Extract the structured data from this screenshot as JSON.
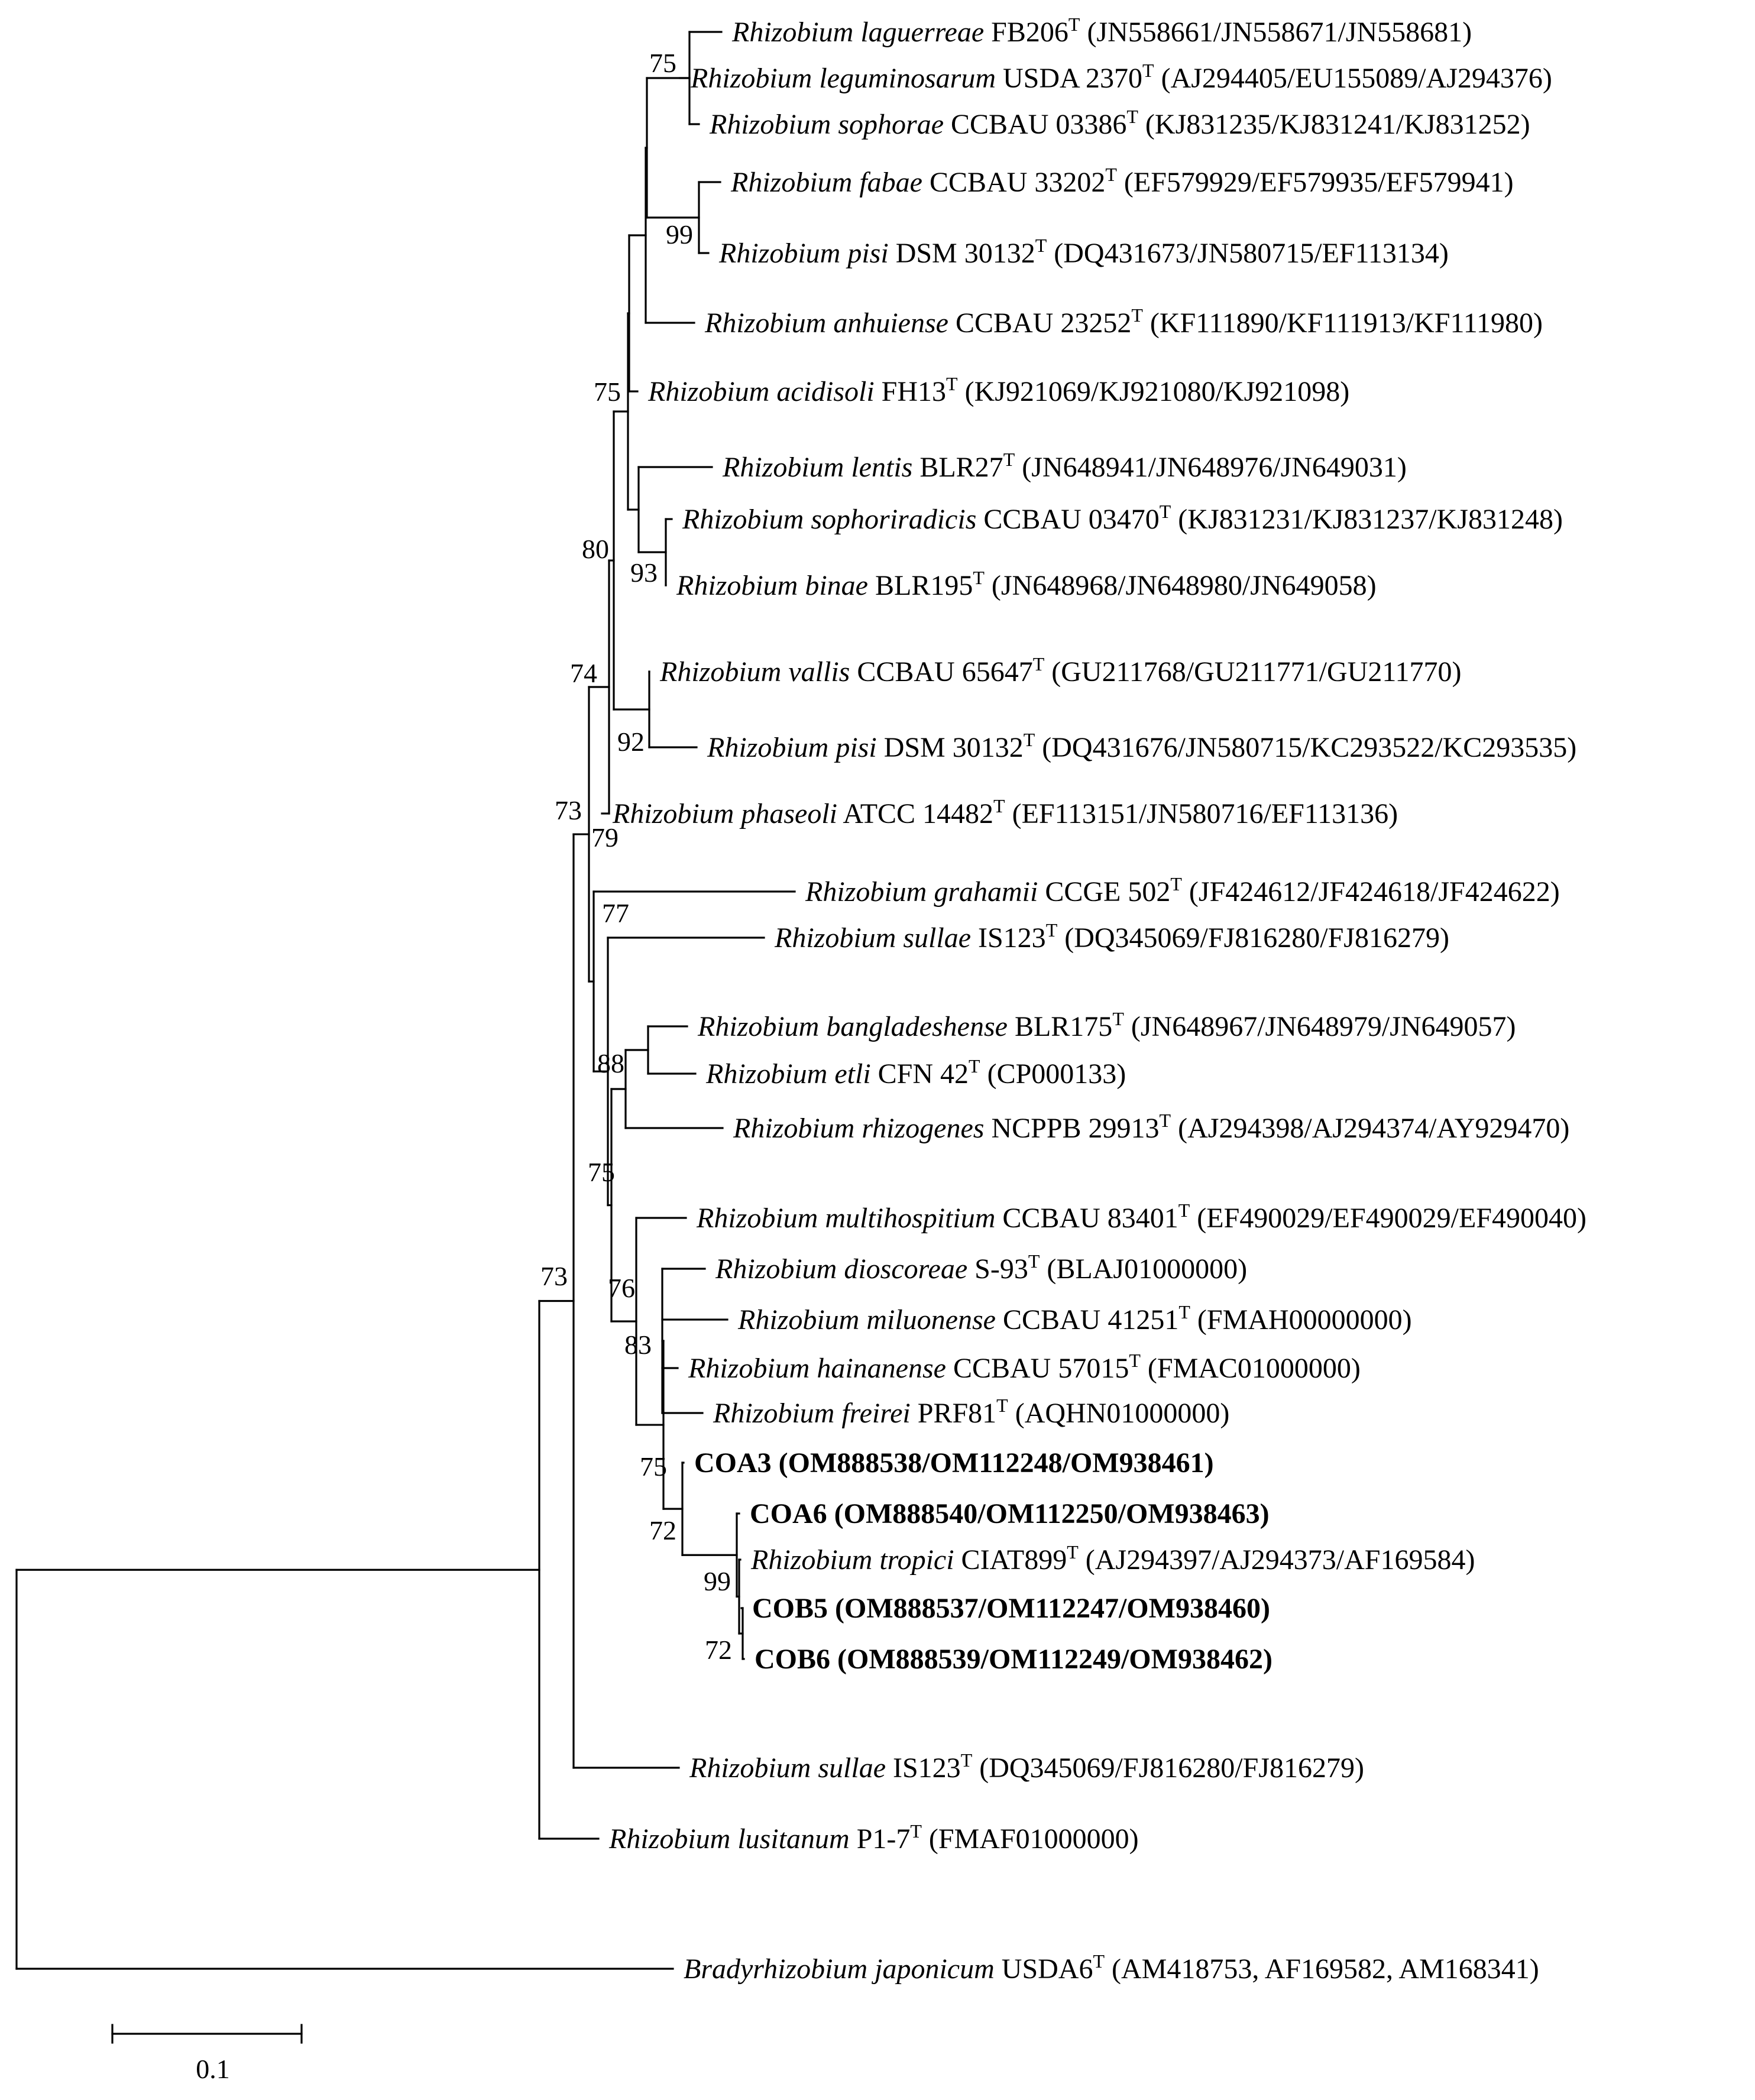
{
  "leaves": [
    {
      "id": "laguerreae",
      "italic": "Rhizobium laguerreae",
      "rest": " FB206",
      "sup": "T",
      "acc": " (JN558661/JN558671/JN558681)",
      "bold": false
    },
    {
      "id": "leguminosarum",
      "italic": "Rhizobium leguminosarum",
      "rest": " USDA 2370",
      "sup": "T",
      "acc": " (AJ294405/EU155089/AJ294376)",
      "bold": false
    },
    {
      "id": "sophorae",
      "italic": "Rhizobium sophorae",
      "rest": " CCBAU 03386",
      "sup": "T",
      "acc": " (KJ831235/KJ831241/KJ831252)",
      "bold": false
    },
    {
      "id": "fabae",
      "italic": "Rhizobium fabae",
      "rest": " CCBAU 33202",
      "sup": "T",
      "acc": " (EF579929/EF579935/EF579941)",
      "bold": false
    },
    {
      "id": "pisi1",
      "italic": "Rhizobium pisi",
      "rest": " DSM 30132",
      "sup": "T",
      "acc": " (DQ431673/JN580715/EF113134)",
      "bold": false
    },
    {
      "id": "anhuiense",
      "italic": "Rhizobium anhuiense",
      "rest": " CCBAU 23252",
      "sup": "T",
      "acc": " (KF111890/KF111913/KF111980)",
      "bold": false
    },
    {
      "id": "acidisoli",
      "italic": "Rhizobium acidisoli",
      "rest": " FH13",
      "sup": "T",
      "acc": " (KJ921069/KJ921080/KJ921098)",
      "bold": false
    },
    {
      "id": "lentis",
      "italic": "Rhizobium lentis",
      "rest": " BLR27",
      "sup": "T",
      "acc": " (JN648941/JN648976/JN649031)",
      "bold": false
    },
    {
      "id": "sophoriradicis",
      "italic": "Rhizobium sophoriradicis",
      "rest": " CCBAU 03470",
      "sup": "T",
      "acc": " (KJ831231/KJ831237/KJ831248)",
      "bold": false
    },
    {
      "id": "binae",
      "italic": "Rhizobium binae",
      "rest": " BLR195",
      "sup": "T",
      "acc": " (JN648968/JN648980/JN649058)",
      "bold": false
    },
    {
      "id": "vallis",
      "italic": "Rhizobium vallis",
      "rest": " CCBAU 65647",
      "sup": "T",
      "acc": " (GU211768/GU211771/GU211770)",
      "bold": false
    },
    {
      "id": "pisi2",
      "italic": "Rhizobium pisi",
      "rest": " DSM 30132",
      "sup": "T",
      "acc": " (DQ431676/JN580715/KC293522/KC293535)",
      "bold": false
    },
    {
      "id": "phaseoli",
      "italic": "Rhizobium phaseoli",
      "rest": " ATCC 14482",
      "sup": "T",
      "acc": " (EF113151/JN580716/EF113136)",
      "bold": false
    },
    {
      "id": "grahamii",
      "italic": "Rhizobium grahamii",
      "rest": " CCGE 502",
      "sup": "T",
      "acc": " (JF424612/JF424618/JF424622)",
      "bold": false
    },
    {
      "id": "sullae1",
      "italic": "Rhizobium sullae",
      "rest": " IS123",
      "sup": "T",
      "acc": " (DQ345069/FJ816280/FJ816279)",
      "bold": false
    },
    {
      "id": "bangladeshense",
      "italic": "Rhizobium bangladeshense",
      "rest": " BLR175",
      "sup": "T",
      "acc": " (JN648967/JN648979/JN649057)",
      "bold": false
    },
    {
      "id": "etli",
      "italic": "Rhizobium etli",
      "rest": " CFN 42",
      "sup": "T",
      "acc": " (CP000133)",
      "bold": false
    },
    {
      "id": "rhizogenes",
      "italic": "Rhizobium rhizogenes",
      "rest": " NCPPB 29913",
      "sup": "T",
      "acc": " (AJ294398/AJ294374/AY929470)",
      "bold": false
    },
    {
      "id": "multihospitium",
      "italic": "Rhizobium multihospitium",
      "rest": " CCBAU 83401",
      "sup": "T",
      "acc": " (EF490029/EF490029/EF490040)",
      "bold": false
    },
    {
      "id": "dioscoreae",
      "italic": "Rhizobium dioscoreae",
      "rest": " S-93",
      "sup": "T",
      "acc": " (BLAJ01000000)",
      "bold": false
    },
    {
      "id": "miluonense",
      "italic": "Rhizobium miluonense",
      "rest": " CCBAU 41251",
      "sup": "T",
      "acc": " (FMAH00000000)",
      "bold": false
    },
    {
      "id": "hainanense",
      "italic": "Rhizobium hainanense",
      "rest": " CCBAU 57015",
      "sup": "T",
      "acc": " (FMAC01000000)",
      "bold": false
    },
    {
      "id": "freirei",
      "italic": "Rhizobium freirei",
      "rest": " PRF81",
      "sup": "T",
      "acc": " (AQHN01000000)",
      "bold": false
    },
    {
      "id": "COA3",
      "italic": "",
      "rest": "COA3 (OM888538/OM112248/OM938461)",
      "sup": "",
      "acc": "",
      "bold": true
    },
    {
      "id": "COA6",
      "italic": "",
      "rest": "COA6 (OM888540/OM112250/OM938463)",
      "sup": "",
      "acc": "",
      "bold": true
    },
    {
      "id": "tropici",
      "italic": "Rhizobium tropici",
      "rest": " CIAT899",
      "sup": "T",
      "acc": " (AJ294397/AJ294373/AF169584)",
      "bold": false
    },
    {
      "id": "COB5",
      "italic": "",
      "rest": "COB5 (OM888537/OM112247/OM938460)",
      "sup": "",
      "acc": "",
      "bold": true
    },
    {
      "id": "COB6",
      "italic": "",
      "rest": "COB6 (OM888539/OM112249/OM938462)",
      "sup": "",
      "acc": "",
      "bold": true
    },
    {
      "id": "sullae2",
      "italic": "Rhizobium sullae",
      "rest": " IS123",
      "sup": "T",
      "acc": " (DQ345069/FJ816280/FJ816279)",
      "bold": false
    },
    {
      "id": "lusitanum",
      "italic": "Rhizobium lusitanum",
      "rest": " P1-7",
      "sup": "T",
      "acc": " (FMAF01000000)",
      "bold": false
    },
    {
      "id": "japonicum",
      "italic": "Bradyrhizobium japonicum",
      "rest": " USDA6",
      "sup": "T",
      "acc": " (AM418753, AF169582, AM168341)",
      "bold": false
    }
  ],
  "bootstrap_values": [
    "75",
    "99",
    "75",
    "93",
    "80",
    "92",
    "74",
    "73",
    "79",
    "77",
    "88",
    "75",
    "76",
    "83",
    "75",
    "72",
    "99",
    "72",
    "73"
  ],
  "scale_bar": {
    "label": "0.1",
    "value": 0.1
  }
}
